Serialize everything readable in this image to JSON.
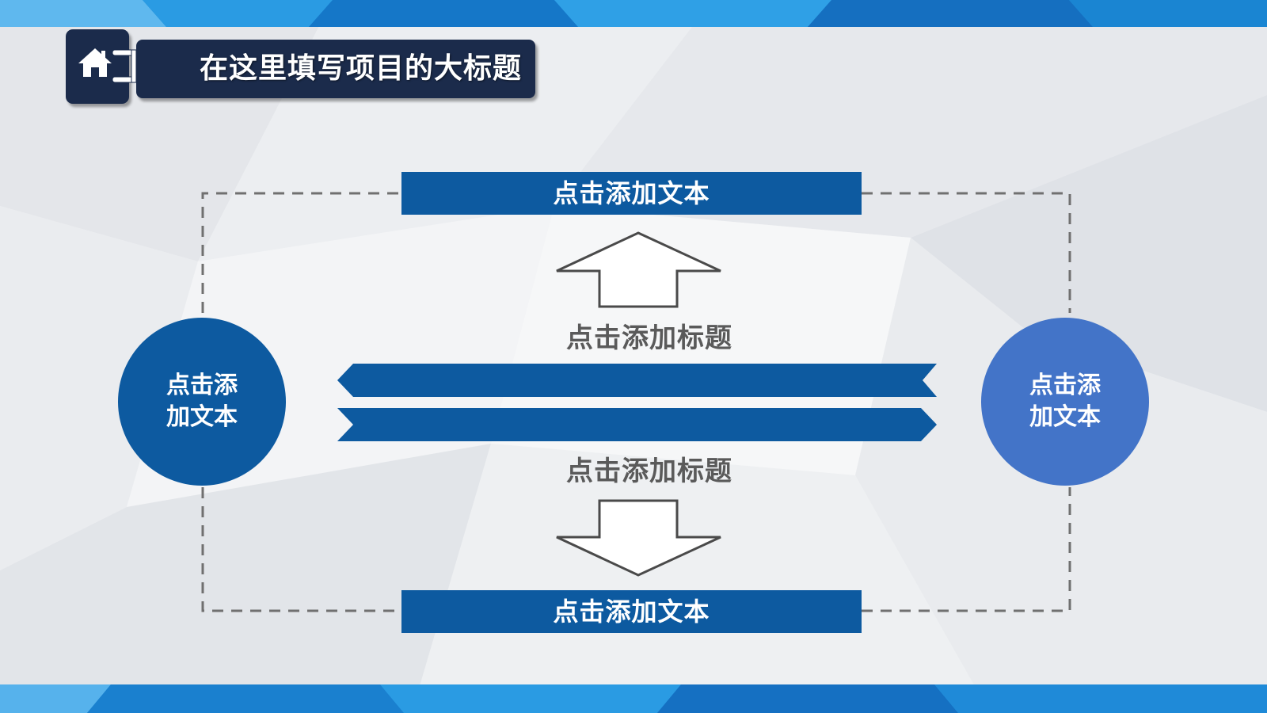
{
  "slide": {
    "title": "在这里填写项目的大标题"
  },
  "diagram": {
    "top_box": "点击添加文本",
    "bottom_box": "点击添加文本",
    "upper_heading": "点击添加标题",
    "lower_heading": "点击添加标题",
    "left_circle": "点击添加文本",
    "right_circle": "点击添加文本"
  },
  "colors": {
    "dark_navy": "#1b2b4b",
    "primary_blue": "#0d5aa0",
    "light_blue": "#4374c8",
    "band_blue": "#1c8ad6",
    "dash_gray": "#707070",
    "heading_gray": "#5a5a5a"
  },
  "icons": {
    "home": "home-icon",
    "up_arrow": "arrow-up-outline-icon",
    "down_arrow": "arrow-down-outline-icon",
    "double_arrow": "double-ribbon-arrow"
  }
}
